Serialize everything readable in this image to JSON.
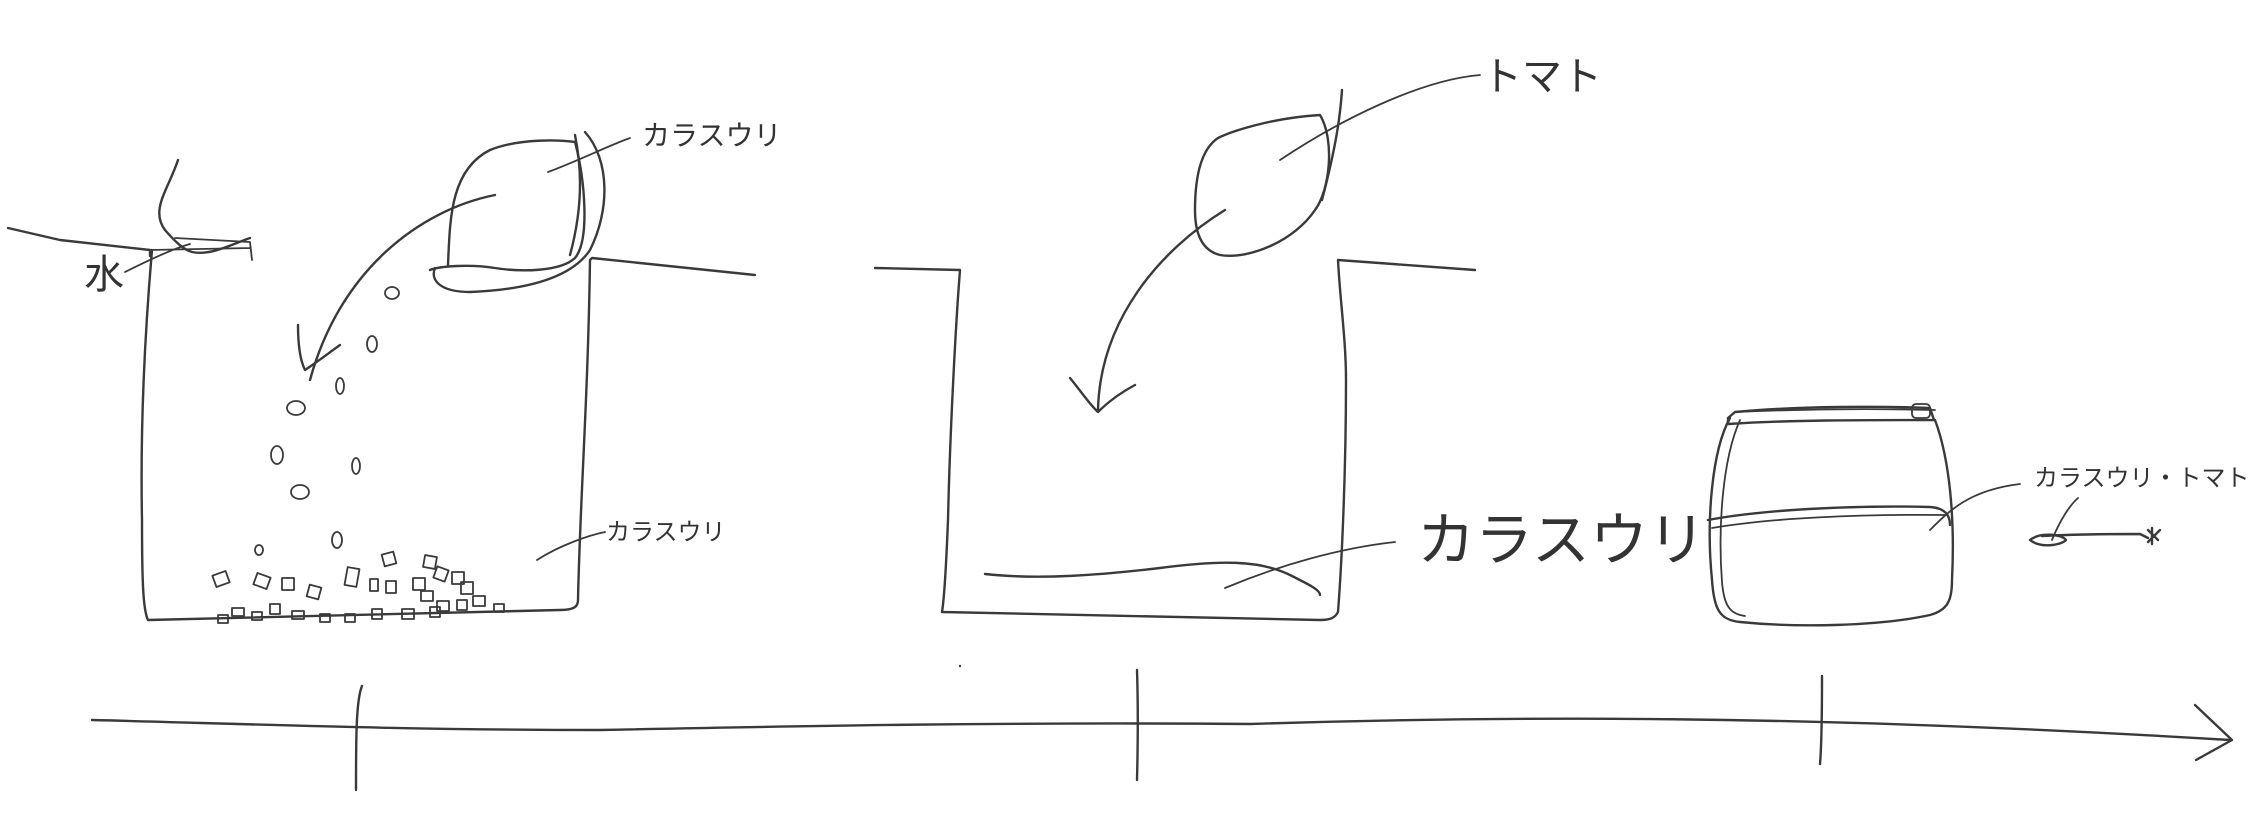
{
  "labels": {
    "water": "水",
    "karasuuri_top": "カラスウリ",
    "karasuuri_bottom": "カラスウリ",
    "tomato": "トマト",
    "karasuuri_large": "カラスウリ",
    "jar_label": "カラスウリ・トマト"
  },
  "colors": {
    "ink": "#3a3a3a",
    "background": "#ffffff"
  }
}
